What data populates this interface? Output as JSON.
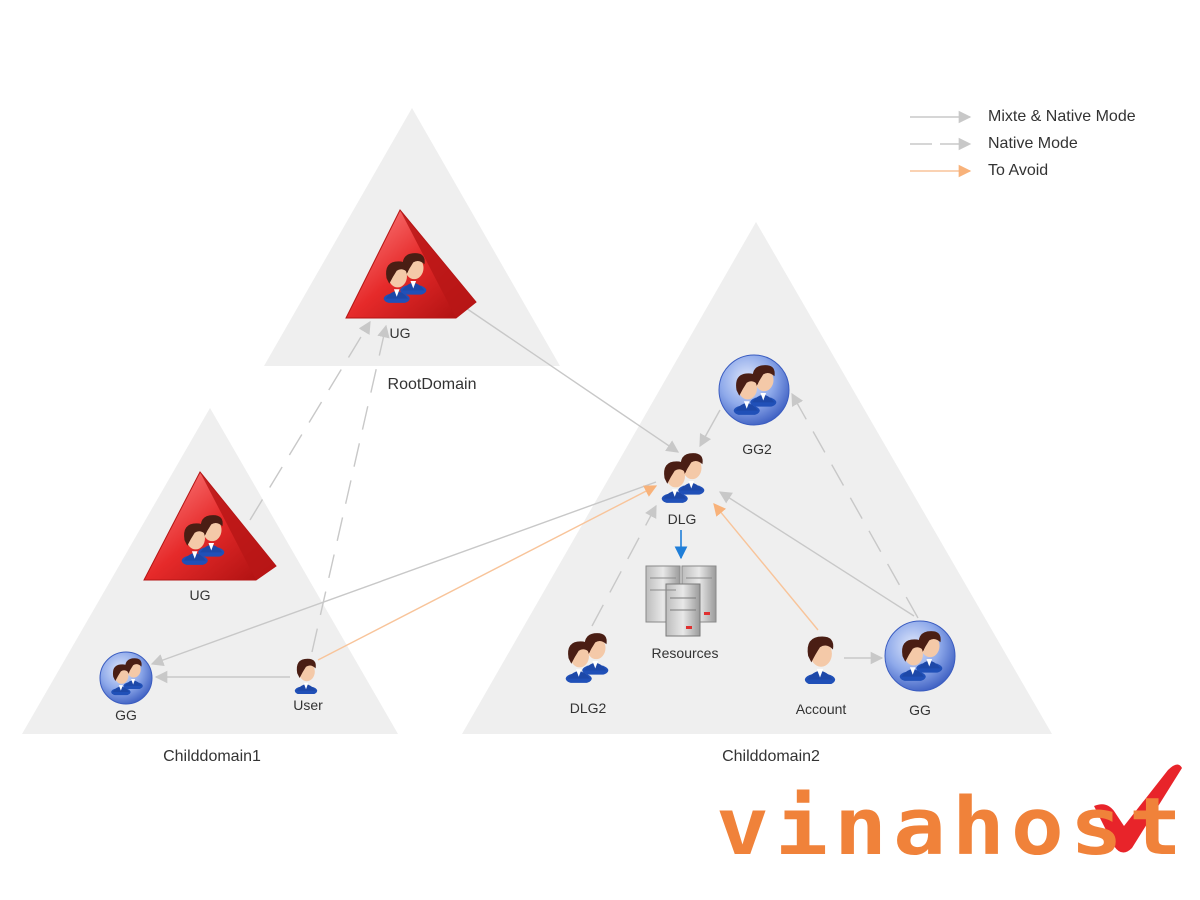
{
  "domains": {
    "root": "RootDomain",
    "child1": "Childdomain1",
    "child2": "Childdomain2"
  },
  "nodes": {
    "root_ug": "UG",
    "child1_ug": "UG",
    "child1_gg": "GG",
    "child1_user": "User",
    "dlg": "DLG",
    "gg2": "GG2",
    "resources": "Resources",
    "dlg2": "DLG2",
    "account": "Account",
    "child2_gg": "GG"
  },
  "legend": {
    "mixed": "Mixte & Native Mode",
    "native": "Native Mode",
    "avoid": "To Avoid"
  },
  "colors": {
    "domain_fill": "#efefef",
    "arrow_gray": "#c8c8c8",
    "arrow_orange": "#f8c49a",
    "arrow_blue": "#1f7ed8",
    "ug_red": "#e02828",
    "gg_blue": "#5a7fd8",
    "brand_orange": "#f0823a"
  },
  "brand": {
    "logo_text": "vinahost."
  }
}
